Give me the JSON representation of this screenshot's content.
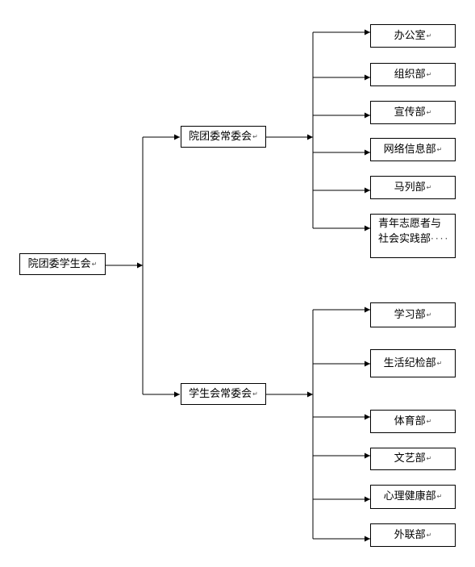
{
  "return_mark": "↵",
  "root": {
    "label": "院团委学生会"
  },
  "branches": [
    {
      "label": "院团委常委会",
      "children": [
        {
          "label": "办公室"
        },
        {
          "label": "组织部"
        },
        {
          "label": "宣传部"
        },
        {
          "label": "网络信息部"
        },
        {
          "label": "马列部"
        },
        {
          "line1": "青年志愿者与",
          "line2": "社会实践部",
          "ellipsis": "····"
        }
      ]
    },
    {
      "label": "学生会常委会",
      "children": [
        {
          "label": "学习部"
        },
        {
          "label": "生活纪检部"
        },
        {
          "label": "体育部"
        },
        {
          "label": "文艺部"
        },
        {
          "label": "心理健康部"
        },
        {
          "label": "外联部"
        }
      ]
    }
  ]
}
